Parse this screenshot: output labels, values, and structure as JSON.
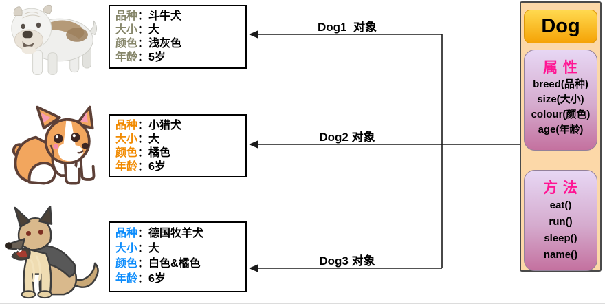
{
  "separator": "：",
  "objects": [
    {
      "arrow_label": "Dog1  对象",
      "image": "bulldog-illustration",
      "attributes": [
        {
          "label": "品种",
          "value": "斗牛犬"
        },
        {
          "label": "大小",
          "value": "大"
        },
        {
          "label": "颜色",
          "value": "浅灰色"
        },
        {
          "label": "年龄",
          "value": "5岁"
        }
      ]
    },
    {
      "arrow_label": "Dog2 对象",
      "image": "corgi-illustration",
      "attributes": [
        {
          "label": "品种",
          "value": "小猎犬"
        },
        {
          "label": "大小",
          "value": "大"
        },
        {
          "label": "颜色",
          "value": "橘色"
        },
        {
          "label": "年龄",
          "value": "6岁"
        }
      ]
    },
    {
      "arrow_label": "Dog3 对象",
      "image": "german-shepherd-illustration",
      "attributes": [
        {
          "label": "品种",
          "value": "德国牧羊犬"
        },
        {
          "label": "大小",
          "value": "大"
        },
        {
          "label": "颜色",
          "value": "白色&橘色"
        },
        {
          "label": "年龄",
          "value": "6岁"
        }
      ]
    }
  ],
  "class_panel": {
    "title": "Dog",
    "attributes_section": {
      "title": "属 性",
      "items": [
        "breed(品种)",
        "size(大小)",
        "colour(颜色)",
        "age(年龄)"
      ]
    },
    "methods_section": {
      "title": "方 法",
      "items": [
        "eat()",
        "run()",
        "sleep()",
        "name()"
      ]
    }
  },
  "colors": {
    "label_olive": "#86866a",
    "label_orange": "#f18a00",
    "label_blue": "#0c8cfc",
    "panel_bg": "#fcd8a8",
    "panel_border": "#4a4a4a",
    "header_grad_top": "#ffd94f",
    "header_grad_bottom": "#f5a306",
    "header_border": "#dd9708",
    "section_grad_top": "#e7d7f4",
    "section_grad_mid": "#d5abce",
    "section_grad_bottom": "#c4719f",
    "section_border": "#93819b",
    "title_pink": "#ff1493",
    "arrow_color": "#1a1a1a"
  }
}
